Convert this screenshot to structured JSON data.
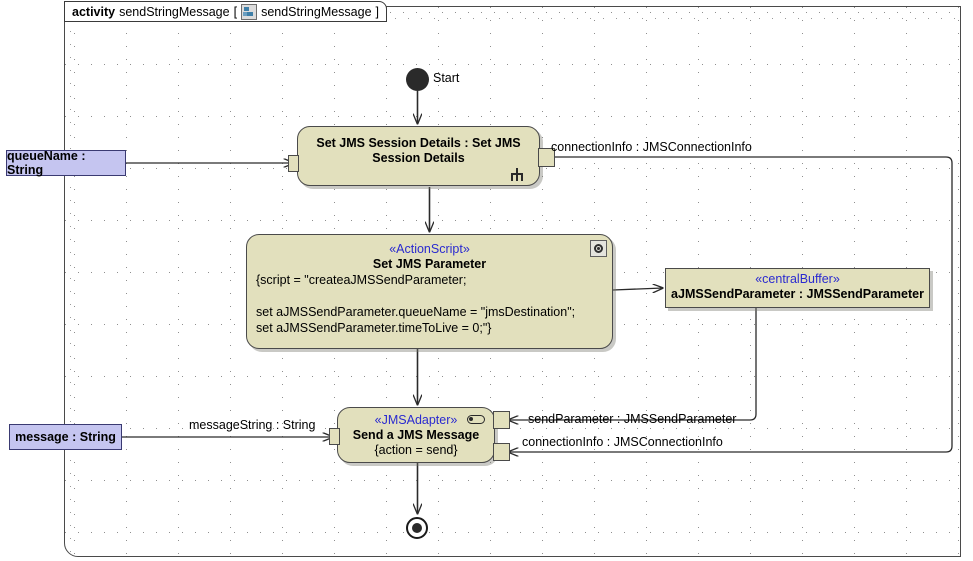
{
  "diagram": {
    "frame_title_keyword": "activity",
    "frame_title_name": "sendStringMessage",
    "frame_tab_bracket_open": "[",
    "frame_tab_bracket_close": "]",
    "frame_tab_icon": "activity-diagram-icon",
    "frame_tab_name": "sendStringMessage",
    "type": "uml-activity-diagram"
  },
  "colors": {
    "node_fill": "#E2E0BD",
    "node_border": "#4A4A4A",
    "stereotype_text": "#2A2AD0",
    "parameter_fill": "#C5C5F0",
    "parameter_border": "#3A3A72",
    "grid_dot": "#8F8F8F",
    "canvas": "#FFFFFF"
  },
  "control_nodes": {
    "start": {
      "label": "Start",
      "shape": "filled-circle"
    },
    "final": {
      "label": "",
      "shape": "bullseye"
    }
  },
  "activity_nodes": [
    {
      "id": "session",
      "stereotype": "",
      "name": "Set JMS Session Details : Set JMS Session Details",
      "name_line1": "Set JMS Session Details : Set JMS",
      "name_line2": "Session Details",
      "body": "",
      "icon": "rake-icon"
    },
    {
      "id": "script",
      "stereotype": "«ActionScript»",
      "name": "Set JMS Parameter",
      "body_line1": "{script = \"createaJMSSendParameter;",
      "body_line2": "",
      "body_line3": "set aJMSSendParameter.queueName = \"jmsDestination\";",
      "body_line4": "set aJMSSendParameter.timeToLive = 0;\"}",
      "icon": "gear-button-icon"
    },
    {
      "id": "buffer",
      "stereotype": "«centralBuffer»",
      "name": "aJMSSendParameter : JMSSendParameter",
      "icon": ""
    },
    {
      "id": "adapter",
      "stereotype": "«JMSAdapter»",
      "name": "Send a JMS Message",
      "body": "{action = send}",
      "icon": "pill-icon"
    }
  ],
  "parameters": [
    {
      "id": "queueName",
      "label": "queueName : String"
    },
    {
      "id": "message",
      "label": "message : String"
    }
  ],
  "edge_labels": [
    {
      "id": "conn-top",
      "label": "connectionInfo : JMSConnectionInfo"
    },
    {
      "id": "send-param",
      "label": "sendParameter : JMSSendParameter"
    },
    {
      "id": "conn-bot",
      "label": "connectionInfo : JMSConnectionInfo"
    },
    {
      "id": "message-string",
      "label": "messageString : String"
    }
  ]
}
